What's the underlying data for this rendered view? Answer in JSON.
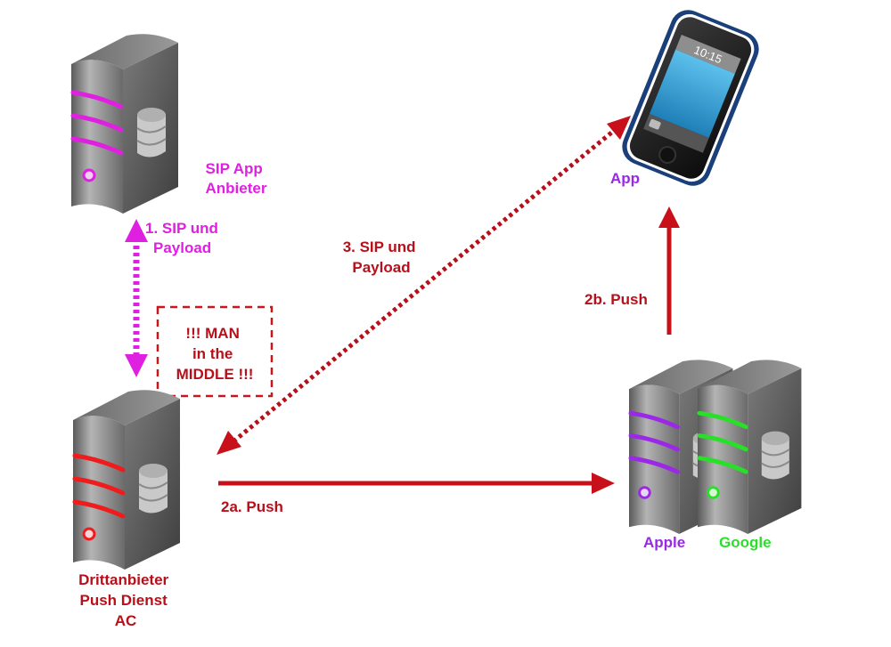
{
  "colors": {
    "sip_pink": "#e020e0",
    "dark_red": "#b8101a",
    "apple_purple": "#9a28e6",
    "google_green": "#28e028",
    "drittanbieter_red": "#ee1c1c",
    "phone_blue": "#1a3f7a",
    "screen_blue": "#3aa0d6"
  },
  "nodes": {
    "sip_server": {
      "label_lines": [
        "SIP App",
        "Anbieter"
      ],
      "accent": "#e020e0"
    },
    "push_server": {
      "label_lines": [
        "Drittanbieter",
        "Push Dienst",
        "AC"
      ],
      "accent": "#ee1c1c"
    },
    "apple_server": {
      "label": "Apple",
      "accent": "#9a28e6"
    },
    "google_server": {
      "label": "Google",
      "accent": "#28e028"
    },
    "phone": {
      "label": "App",
      "clock": "10:15"
    }
  },
  "edges": {
    "sip_payload": {
      "label_lines": [
        "1. SIP und",
        "Payload"
      ],
      "style": "dotted",
      "direction": "bidirectional"
    },
    "push_2a": {
      "label": "2a. Push",
      "style": "solid",
      "direction": "forward"
    },
    "push_2b": {
      "label": "2b. Push",
      "style": "solid",
      "direction": "forward"
    },
    "sip_payload_3": {
      "label_lines": [
        "3. SIP und",
        "Payload"
      ],
      "style": "dotted",
      "direction": "bidirectional"
    }
  },
  "mitm_box": {
    "label_lines": [
      "!!! MAN",
      "in the",
      "MIDDLE !!!"
    ]
  }
}
